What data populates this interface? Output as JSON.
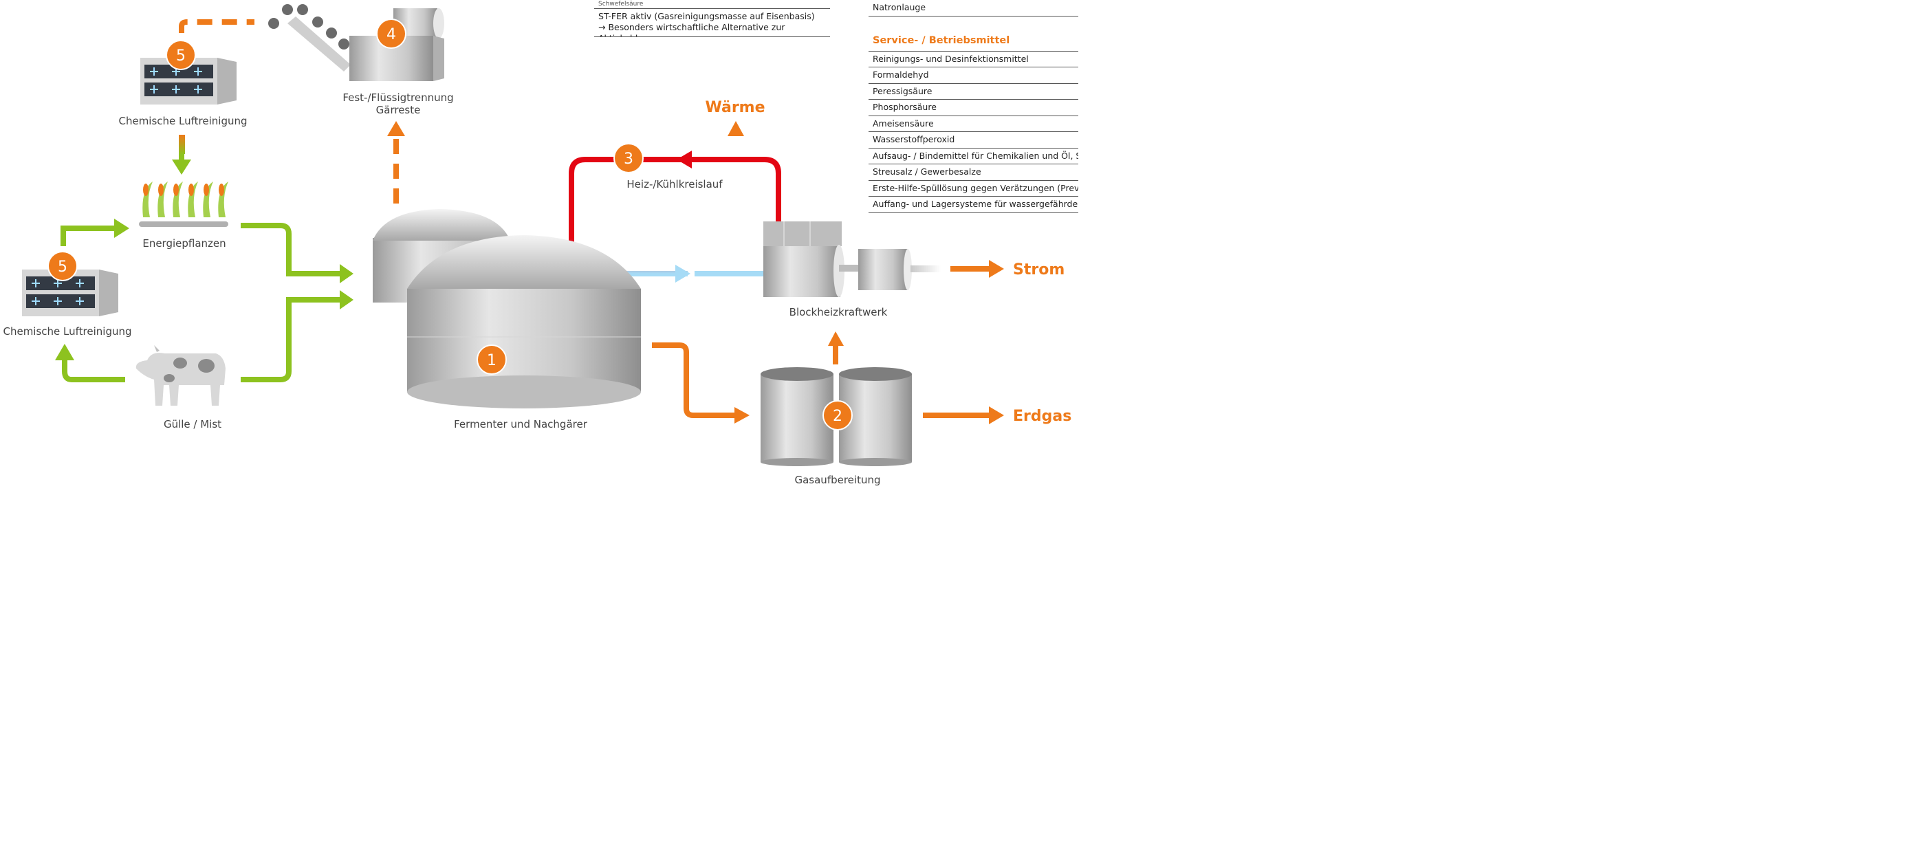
{
  "labels": {
    "chem_top": "Chemische Luftreinigung",
    "chem_left": "Chemische Luftreinigung",
    "energiepflanzen": "Energiepflanzen",
    "guelle": "Gülle / Mist",
    "fest_1": "Fest-/Flüssigtrennung",
    "fest_2": "Gärreste",
    "fermenter": "Fermenter und   Nachgärer",
    "heiz": "Heiz-/Kühlkreislauf",
    "bhkw": "Blockheizkraftwerk",
    "gas": "Gasaufbereitung"
  },
  "outputs": {
    "waerme": "Wärme",
    "strom": "Strom",
    "erdgas": "Erdgas"
  },
  "markers": {
    "m1": "1",
    "m2": "2",
    "m3": "3",
    "m4": "4",
    "m5a": "5",
    "m5b": "5"
  },
  "table_left": {
    "cut_row": "Schwefelsäure",
    "row_1": "ST-FER aktiv (Gasreinigungsmasse auf Eisenbasis)",
    "row_2": "→ Besonders wirtschaftliche Alternative zur Aktivkohle"
  },
  "table_right": {
    "top_row": "Natronlauge",
    "heading": "Service- / Betriebsmittel",
    "rows": [
      "Reinigungs- und Desinfektionsmittel",
      "Formaldehyd",
      "Peressigsäure",
      "Phosphorsäure",
      "Ameisensäure",
      "Wasserstoffperoxid",
      "Aufsaug- / Bindemittel für Chemikalien und Öl, Streu",
      "Streusalz / Gewerbesalze",
      "Erste-Hilfe-Spüllösung gegen Verätzungen (Previn)",
      "Auffang- und Lagersysteme für wassergefährdende S"
    ]
  },
  "colors": {
    "orange": "#ee7a1a",
    "green": "#8dc21f",
    "red": "#e30613",
    "light_blue": "#a6dbf6",
    "grey": "#c8c8c8"
  },
  "icons": [
    "cow-icon",
    "plants-icon",
    "air-scrubber-icon",
    "conveyor-icon",
    "separator-icon",
    "tank-icon",
    "gas-storage-icon",
    "chp-engine-icon"
  ]
}
